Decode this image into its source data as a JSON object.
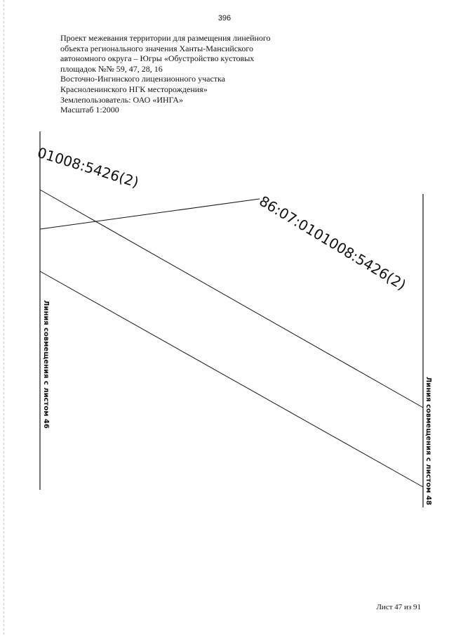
{
  "page_number": "396",
  "header": {
    "lines": [
      "Проект межевания территории для размещения линейного",
      "объекта регионального значения Ханты-Мансийского",
      "автономного  округа – Югры «Обустройство кустовых",
      "площадок №№ 59, 47, 28, 16",
      "Восточно-Ингинского  лицензионного участка",
      "Красноленинского НГК месторождения»",
      "Землепользователь: ОАО «ИНГА»",
      "Масштаб 1:2000"
    ]
  },
  "plan": {
    "parcel_label_left": "01008:5426(2)",
    "parcel_label_right": "86:07:0101008:5426(2)",
    "match_line_left": "Линия совмещения с листом 46",
    "match_line_right": "Линия совмещения с листом 48"
  },
  "footer": {
    "sheet": "Лист 47 из 91"
  }
}
